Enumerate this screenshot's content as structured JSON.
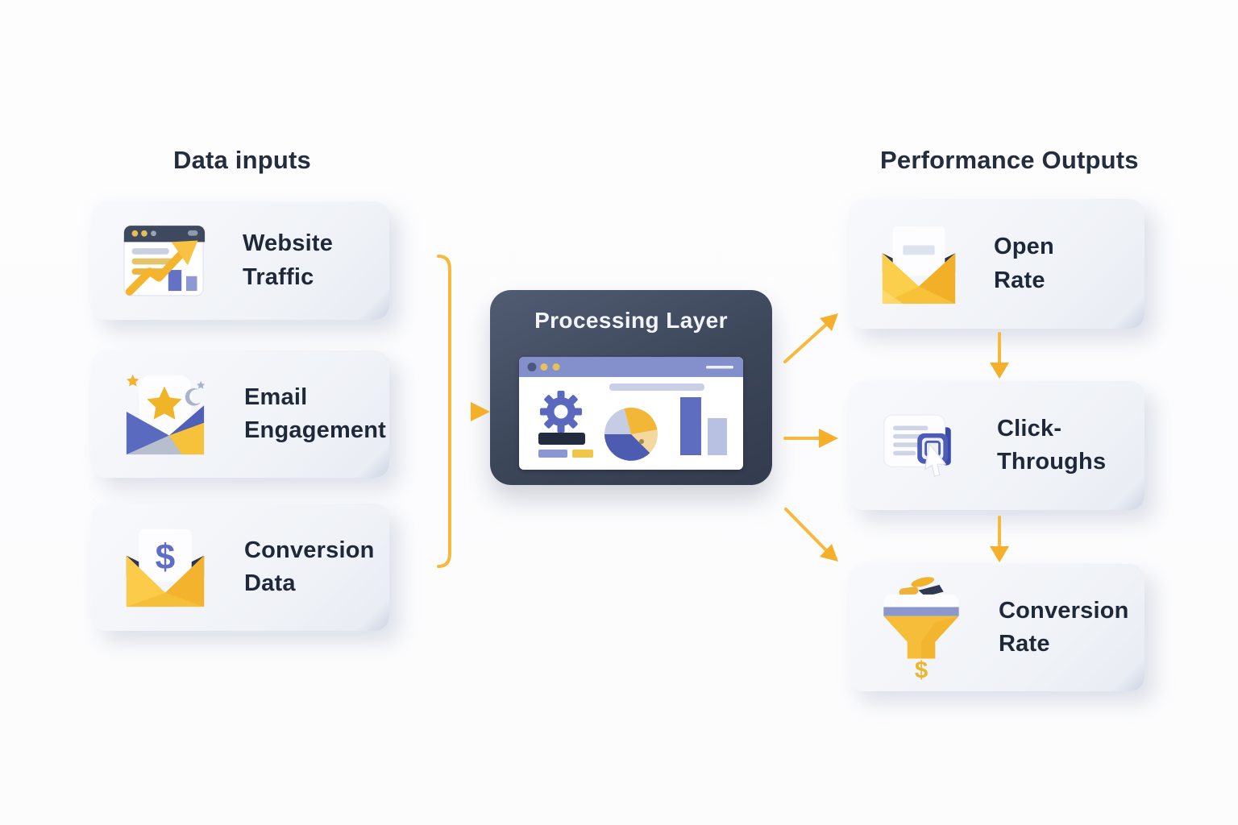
{
  "headings": {
    "inputs": "Data inputs",
    "outputs": "Performance Outputs"
  },
  "processing": {
    "title": "Processing Layer"
  },
  "inputs": [
    {
      "label": "Website\nTraffic",
      "icon": "website-traffic-icon"
    },
    {
      "label": "Email\nEngagement",
      "icon": "email-engagement-icon"
    },
    {
      "label": "Conversion\nData",
      "icon": "conversion-data-icon"
    }
  ],
  "outputs": [
    {
      "label": "Open\nRate",
      "icon": "open-rate-icon"
    },
    {
      "label": "Click-\nThroughs",
      "icon": "click-throughs-icon"
    },
    {
      "label": "Conversion\nRate",
      "icon": "conversion-rate-icon"
    }
  ],
  "colors": {
    "accent_yellow": "#F6B93D",
    "accent_yellow_deep": "#F0AE28",
    "accent_indigo": "#5B6ABF",
    "lavender": "#C6CCE3",
    "periwinkle_header": "#8490CC",
    "processing_bg": "#3C4659",
    "navy_ink": "#242D3E",
    "card_bg": "#F1F3F8",
    "page_bg": "#FDFDFE"
  }
}
